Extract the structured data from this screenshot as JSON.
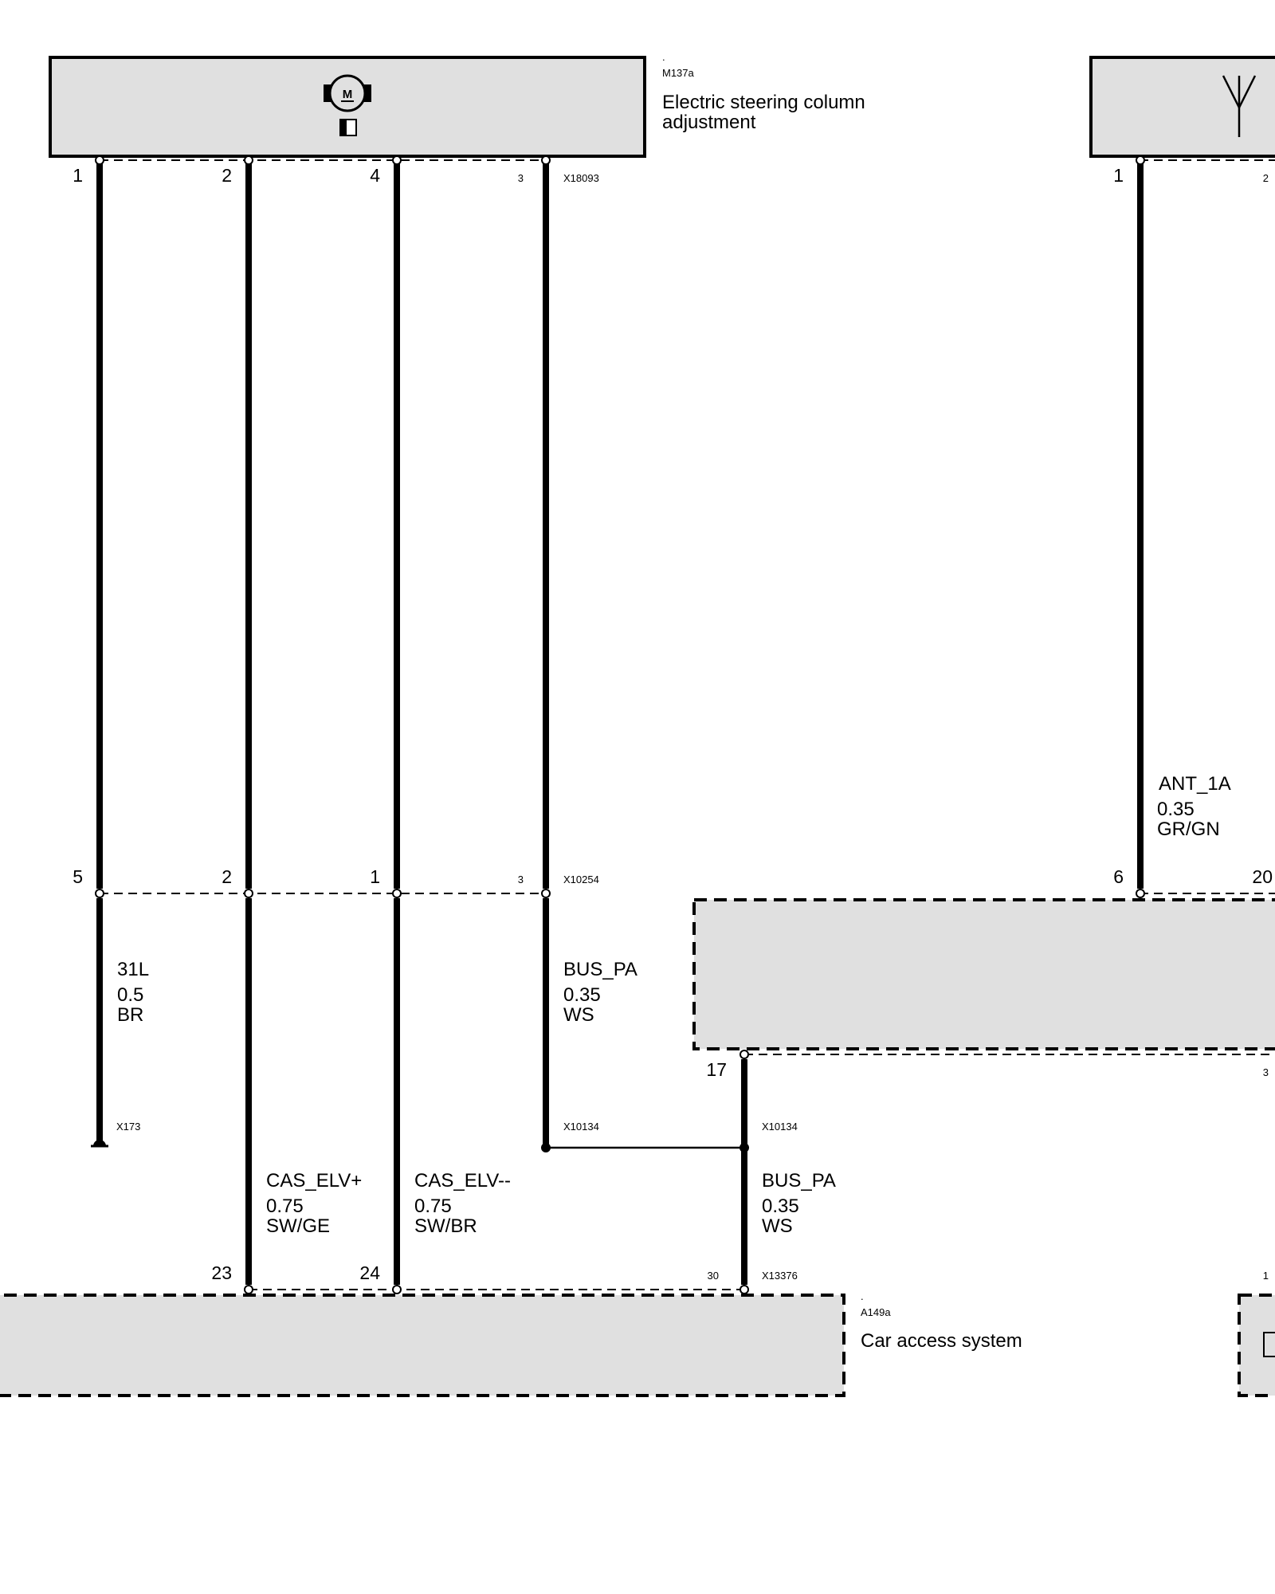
{
  "components": {
    "m137a": {
      "id": "M137a",
      "name_line1": "Electric steering column",
      "name_line2": "adjustment",
      "dot": "."
    },
    "a149a": {
      "id": "A149a",
      "name": "Car access system",
      "dot": "."
    }
  },
  "connectors": {
    "x18093": "X18093",
    "x10254": "X10254",
    "x173": "X173",
    "x10134_left": "X10134",
    "x10134_right": "X10134",
    "x13376": "X13376"
  },
  "pins": {
    "x18093": [
      "1",
      "2",
      "4",
      "3"
    ],
    "antenna_top": [
      "1",
      "2"
    ],
    "x10254": [
      "5",
      "2",
      "1",
      "3"
    ],
    "antenna_bottom": [
      "6",
      "20"
    ],
    "module_mid": [
      "17",
      "3"
    ],
    "x13376": [
      "23",
      "24",
      "30"
    ],
    "right_bottom": [
      "1"
    ]
  },
  "wires": {
    "w31l": {
      "signal": "31L",
      "gauge": "0.5",
      "color": "BR"
    },
    "bus_pa_upper": {
      "signal": "BUS_PA",
      "gauge": "0.35",
      "color": "WS"
    },
    "cas_elv_plus": {
      "signal": "CAS_ELV+",
      "gauge": "0.75",
      "color": "SW/GE"
    },
    "cas_elv_minus": {
      "signal": "CAS_ELV--",
      "gauge": "0.75",
      "color": "SW/BR"
    },
    "bus_pa_lower": {
      "signal": "BUS_PA",
      "gauge": "0.35",
      "color": "WS"
    },
    "ant_1a": {
      "signal": "ANT_1A",
      "gauge": "0.35",
      "color": "GR/GN"
    }
  },
  "icons": {
    "motor": "motor-symbol-icon",
    "motor_letter": "M",
    "switch": "switch-symbol-icon",
    "antenna": "antenna-icon"
  }
}
